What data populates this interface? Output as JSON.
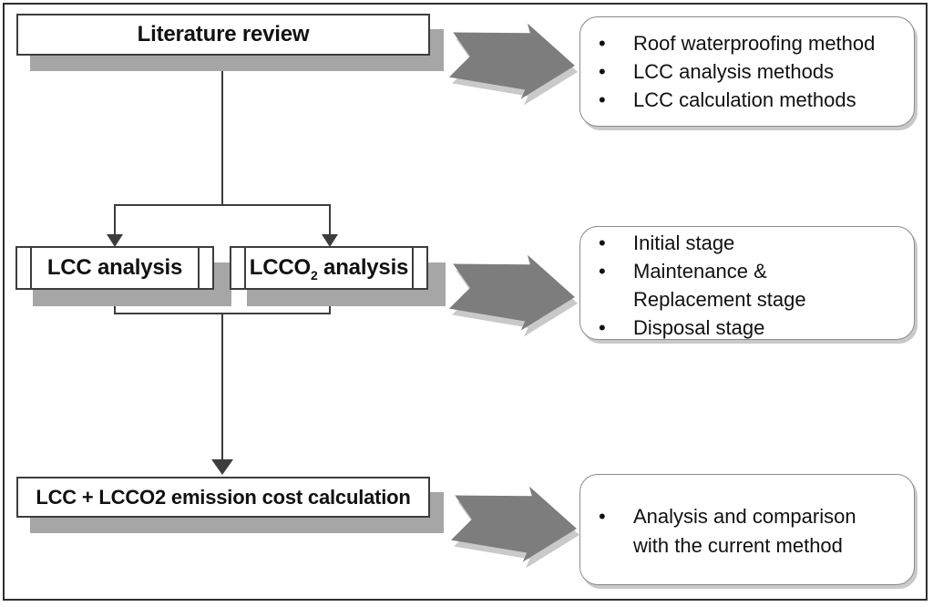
{
  "figure": {
    "type": "methodology-flowchart"
  },
  "flow": {
    "literature": {
      "label": "Literature review"
    },
    "lcc": {
      "label": "LCC analysis"
    },
    "lcco2": {
      "pre": "LCCO",
      "sub": "2",
      "post": " analysis"
    },
    "calculation": {
      "label": "LCC + LCCO2 emission cost calculation"
    }
  },
  "panels": [
    {
      "items": [
        "Roof waterproofing method",
        "LCC analysis methods",
        "LCC calculation methods"
      ]
    },
    {
      "items": [
        "Initial stage",
        "Maintenance &\nReplacement stage",
        "Disposal stage"
      ]
    },
    {
      "items": [
        "Analysis and comparison\nwith the current method"
      ]
    }
  ],
  "glyphs": {
    "bullet": "•"
  },
  "colors": {
    "line": "#3d3d3d",
    "box_border": "#3d3d3d",
    "box_shadow": "#a6a6a6",
    "arrow_fill": "#7d7d7d",
    "arrow_shadow": "#c9c9c9",
    "panel_border": "#8a8a8a",
    "background": "#ffffff"
  }
}
